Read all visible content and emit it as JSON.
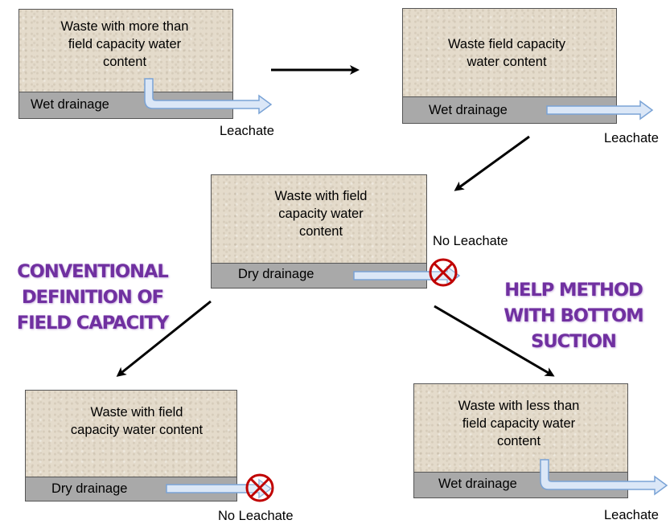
{
  "boxes": {
    "box1": {
      "waste_text": "Waste with more than field capacity water content",
      "drainage": "Wet drainage",
      "output": "Leachate"
    },
    "box2": {
      "waste_text": "Waste field capacity water content",
      "drainage": "Wet drainage",
      "output": "Leachate"
    },
    "box3": {
      "waste_text": "Waste with field capacity water content",
      "drainage": "Dry drainage",
      "output": "No Leachate"
    },
    "box4": {
      "waste_text": "Waste with field capacity water content",
      "drainage": "Dry drainage",
      "output": "No Leachate"
    },
    "box5": {
      "waste_text": "Waste with less than field capacity water content",
      "drainage": "Wet drainage",
      "output": "Leachate"
    }
  },
  "annotations": {
    "conventional": "CONVENTIONAL DEFINITION OF FIELD CAPACITY",
    "help_method": "HELP METHOD WITH BOTTOM SUCTION"
  },
  "colors": {
    "waste_fill": "#e4dbcb",
    "drainage_fill": "#a9a9a9",
    "pipe_fill": "#dbe7f7",
    "pipe_stroke": "#7aa3d6",
    "annotation_text": "#7030a0",
    "no_flow_symbol": "#c00000"
  },
  "icons": {
    "blocked": "prohibited-circle-icon",
    "flow": "pipe-arrow-icon"
  }
}
